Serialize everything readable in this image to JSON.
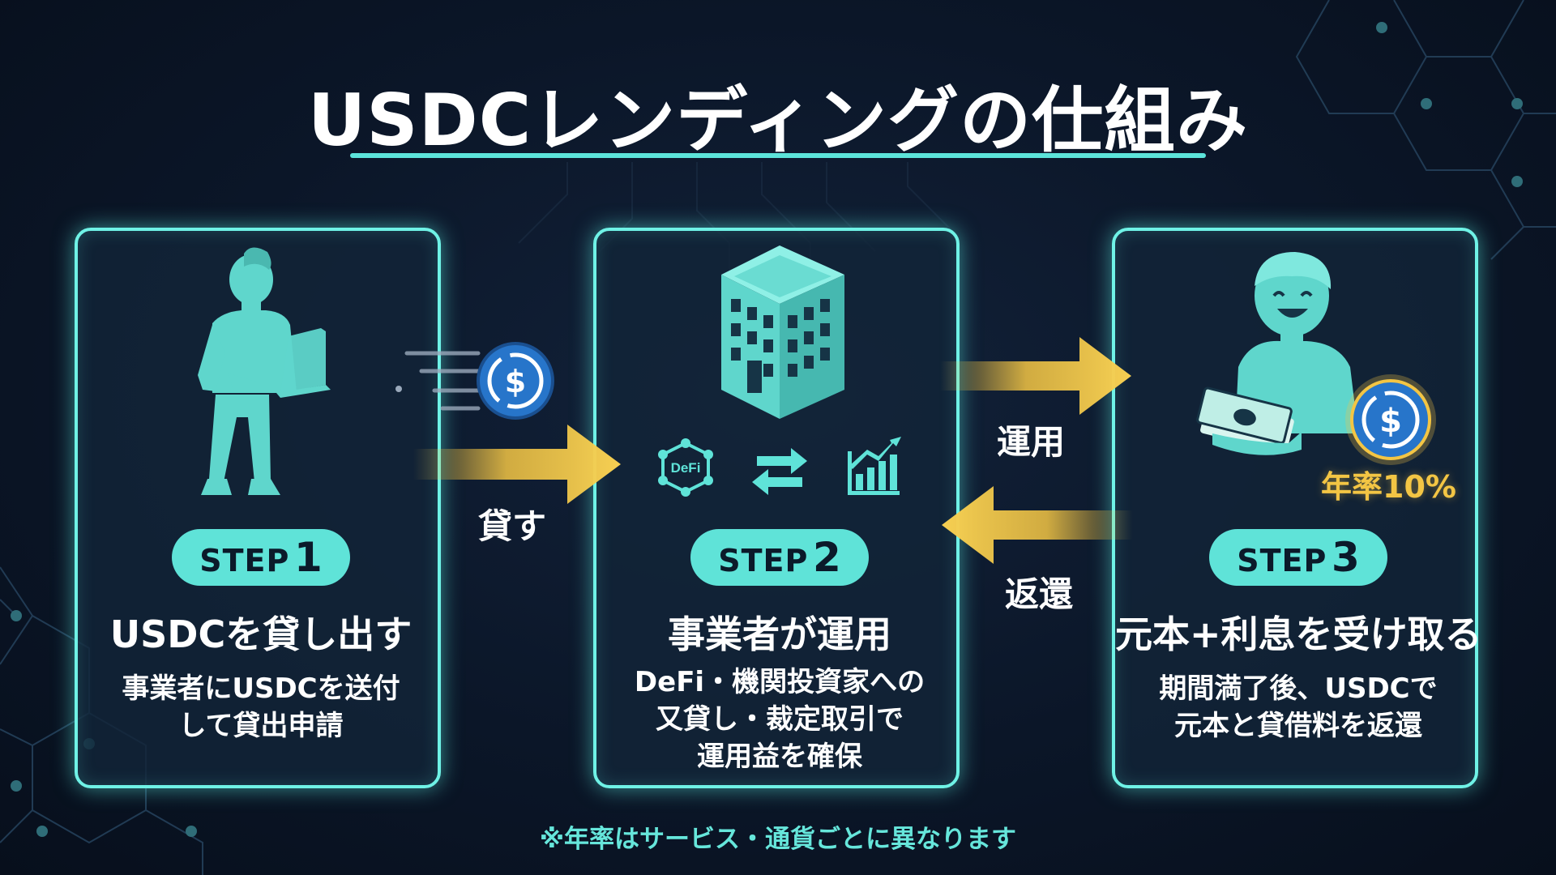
{
  "title": "USDCレンディングの仕組み",
  "steps": [
    {
      "word": "STEP",
      "number": "1",
      "heading": "USDCを貸し出す",
      "description": [
        "事業者にUSDCを送付",
        "して貸出申請"
      ]
    },
    {
      "word": "STEP",
      "number": "2",
      "heading": "事業者が運用",
      "description": [
        "DeFi・機関投資家への",
        "又貸し・裁定取引で",
        "運用益を確保"
      ]
    },
    {
      "word": "STEP",
      "number": "3",
      "heading": "元本+利息を受け取る",
      "description": [
        "期間満了後、USDCで",
        "元本と貸借料を返還"
      ]
    }
  ],
  "arrows": {
    "lend": "貸す",
    "operate": "運用",
    "return": "返還"
  },
  "defi_badge": "DeFi",
  "rate": "年率10%",
  "footnote": "※年率はサービス・通貨ごとに異なります",
  "colors": {
    "accent": "#5fe3d8",
    "arrow_gold": "#f3c544",
    "coin_blue": "#2775ca",
    "background": "#0b1628"
  }
}
